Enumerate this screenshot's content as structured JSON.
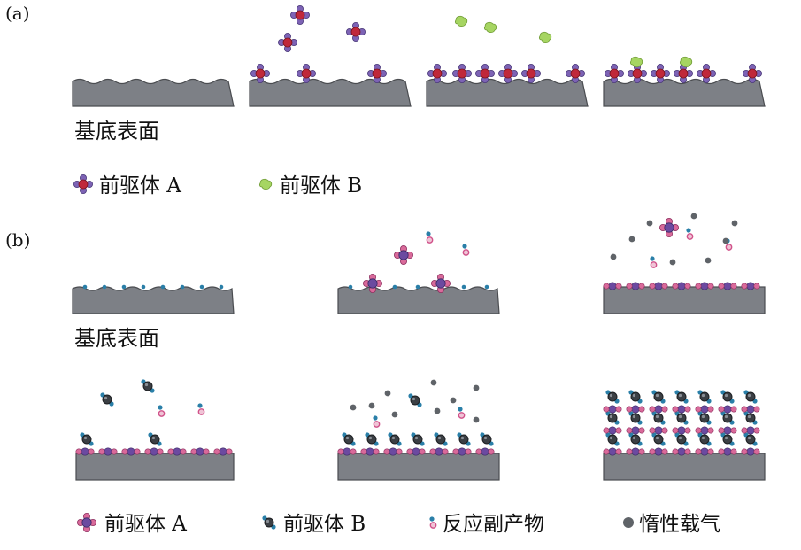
{
  "panel_a": {
    "label": "(a)",
    "substrate_label": "基底表面",
    "legend": [
      {
        "icon": "precursor-a-red-icon",
        "text": "前驱体 A"
      },
      {
        "icon": "precursor-b-green-icon",
        "text": "前驱体 B"
      }
    ]
  },
  "panel_b": {
    "label": "(b)",
    "substrate_label": "基底表面",
    "legend": [
      {
        "icon": "precursor-a-purple-icon",
        "text": "前驱体 A"
      },
      {
        "icon": "precursor-b-dark-icon",
        "text": "前驱体 B"
      },
      {
        "icon": "byproduct-icon",
        "text": "反应副产物"
      },
      {
        "icon": "inert-gas-icon",
        "text": "惰性载气"
      }
    ]
  },
  "colors": {
    "substrate": "#7d8086",
    "precursor_a_red": "#c0283a",
    "precursor_a_purple": "#6b4aa0",
    "precursor_b_green": "#9bcf55",
    "precursor_b_dark": "#3b3f44",
    "byproduct_blue": "#2a7fa8",
    "byproduct_pink": "#d0528a",
    "inert_gas": "#5f6368"
  }
}
